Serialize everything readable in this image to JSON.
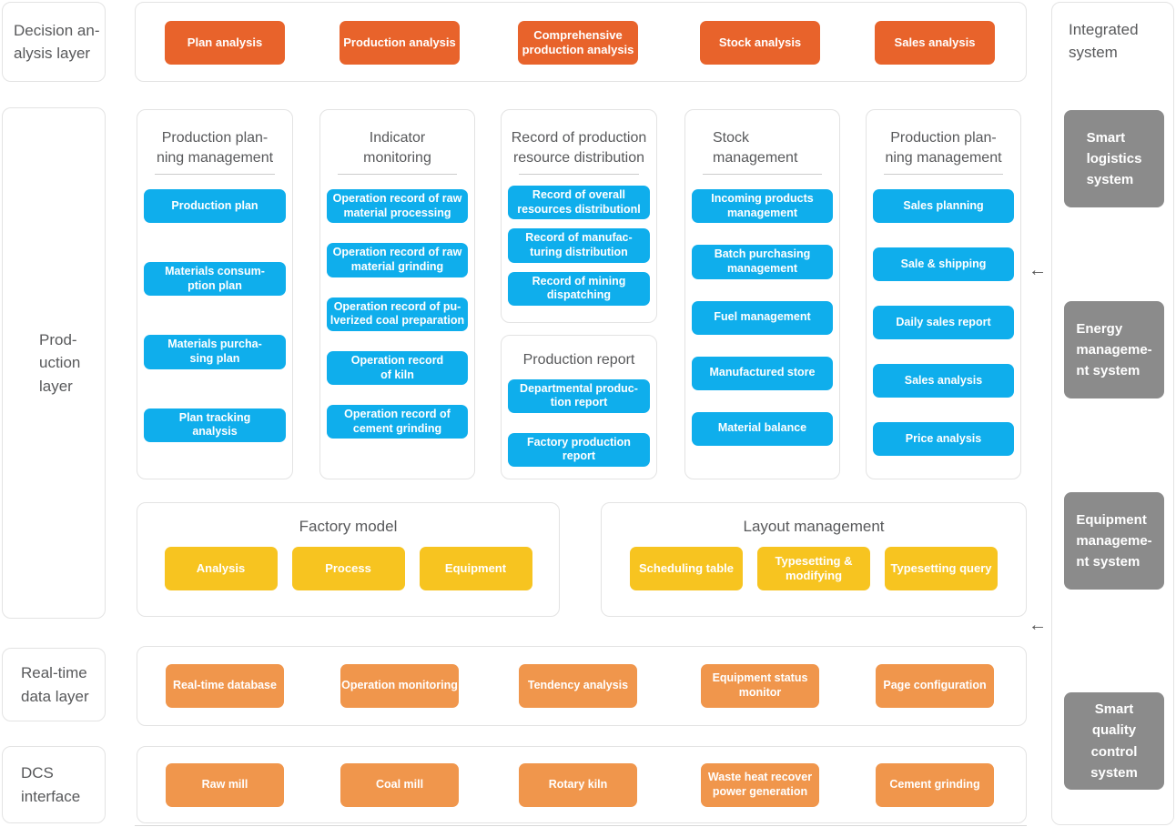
{
  "colors": {
    "decision_orange": "#E8632B",
    "module_blue": "#0FAEEC",
    "model_yellow": "#F7C420",
    "interface_orange": "#F0964C",
    "system_gray": "#8B8B8B",
    "heading_gray": "#58595B"
  },
  "layers": {
    "decision": "Decision an-\nalysis layer",
    "production": "Prod-\nuction\nlayer",
    "realtime": "Real-time\ndata layer",
    "dcs": "DCS\ninterface"
  },
  "decision_row": {
    "buttons": [
      "Plan analysis",
      "Production analysis",
      "Comprehensive\nproduction analysis",
      "Stock analysis",
      "Sales analysis"
    ]
  },
  "production_cards": [
    {
      "header": "Production plan-\nning management",
      "items": [
        "Production plan",
        "Materials consum-\nption plan",
        "Materials purcha-\nsing plan",
        "Plan tracking\nanalysis"
      ]
    },
    {
      "header": "Indicator\nmonitoring",
      "items": [
        "Operation record of raw\nmaterial processing",
        "Operation record of raw\nmaterial grinding",
        "Operation record of pu-\nlverized coal preparation",
        "Operation record\nof kiln",
        "Operation record of\ncement grinding"
      ]
    },
    {
      "header": "Record of production\nresource distribution",
      "items": [
        "Record of overall\nresources distributionl",
        "Record of manufac-\nturing distribution",
        "Record of mining\ndispatching"
      ]
    },
    {
      "header": "Production report",
      "items": [
        "Departmental produc-\ntion report",
        "Factory production\nreport"
      ]
    },
    {
      "header": "Stock\nmanagement",
      "items": [
        "Incoming products\nmanagement",
        "Batch purchasing\nmanagement",
        "Fuel management",
        "Manufactured store",
        "Material balance"
      ]
    },
    {
      "header": "Production plan-\nning management",
      "items": [
        "Sales planning",
        "Sale & shipping",
        "Daily sales report",
        "Sales analysis",
        "Price analysis"
      ]
    }
  ],
  "factory_model": {
    "header": "Factory model",
    "buttons": [
      "Analysis",
      "Process",
      "Equipment"
    ]
  },
  "layout_management": {
    "header": "Layout management",
    "buttons": [
      "Scheduling table",
      "Typesetting &\nmodifying",
      "Typesetting query"
    ]
  },
  "realtime_row": {
    "buttons": [
      "Real-time database",
      "Operation monitoring",
      "Tendency analysis",
      "Equipment status\nmonitor",
      "Page configuration"
    ]
  },
  "dcs_row": {
    "buttons": [
      "Raw mill",
      "Coal mill",
      "Rotary kiln",
      "Waste heat recover\npower generation",
      "Cement grinding"
    ]
  },
  "integrated": {
    "header": "Integrated\nsystem",
    "systems": [
      "Smart\nlogistics\nsystem",
      "Energy\nmanageme-\nnt system",
      "Equipment\nmanageme-\nnt system",
      "Smart\nquality\ncontrol\nsystem"
    ]
  },
  "icons": {
    "left_arrow": "←"
  }
}
